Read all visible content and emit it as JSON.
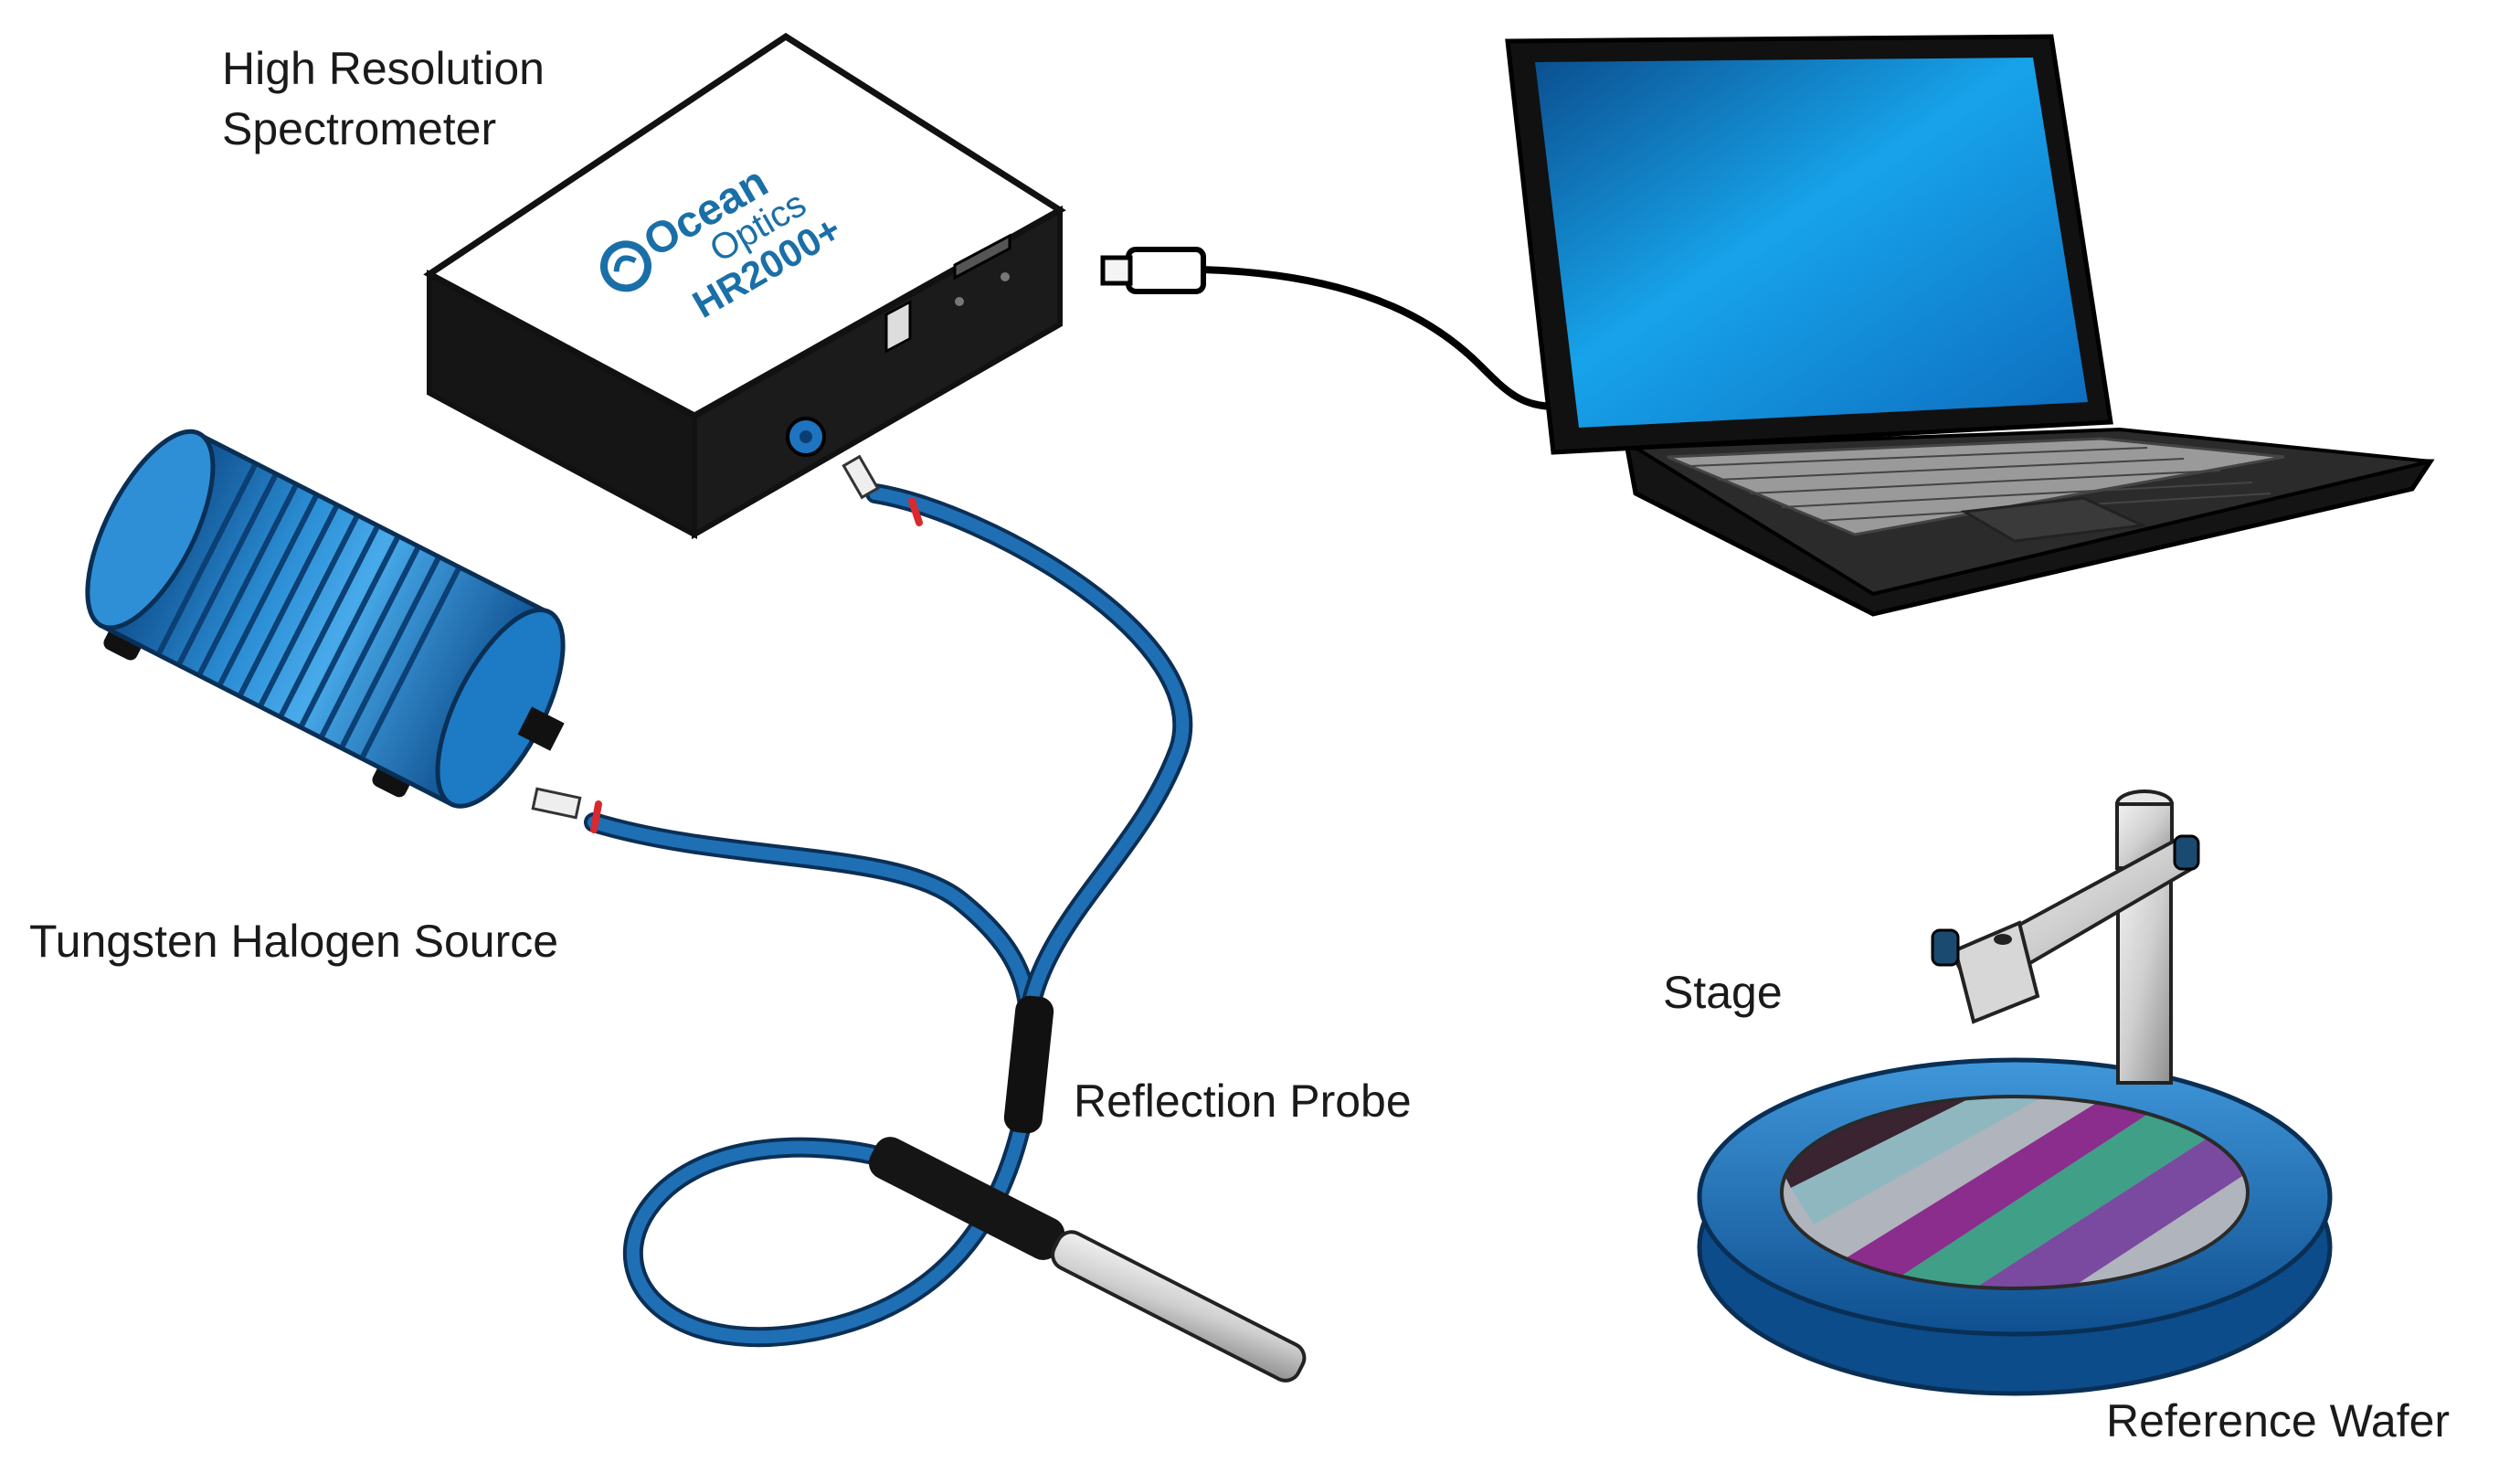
{
  "labels": {
    "spectrometer_line1": "High Resolution",
    "spectrometer_line2": "Spectrometer",
    "light_source": "Tungsten Halogen Source",
    "probe": "Reflection Probe",
    "stage": "Stage",
    "wafer": "Reference Wafer"
  },
  "device_branding": {
    "brand_word1": "Ocean",
    "brand_word2": "Optics",
    "model": "HR2000+"
  },
  "colors": {
    "fiber_blue": "#1f6fb5",
    "device_blue": "#1e7fc4",
    "screen_blue": "#1aa0e4",
    "brand_text": "#1b6fa8",
    "outline": "#111111"
  },
  "wafer_stripes": [
    "#b0b4bc",
    "#3a2431",
    "#8fb7bf",
    "#8b2d8d",
    "#3f9f87",
    "#7a4aa0"
  ]
}
